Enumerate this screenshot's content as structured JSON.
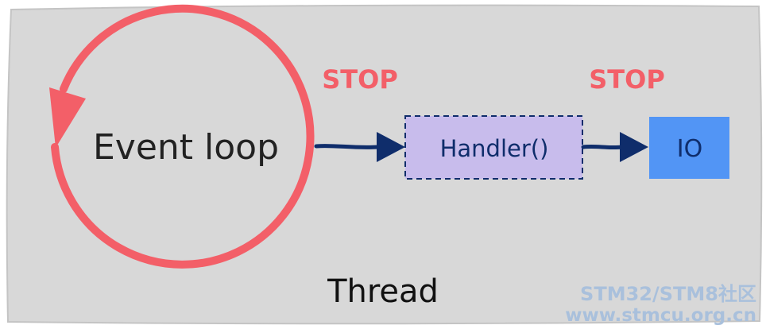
{
  "diagram": {
    "event_loop_label": "Event loop",
    "stop_label_1": "STOP",
    "stop_label_2": "STOP",
    "handler_label": "Handler()",
    "io_label": "IO",
    "thread_label": "Thread",
    "watermark_line1": "STM32/STM8社区",
    "watermark_line2": "www.stmcu.org.cn"
  },
  "colors": {
    "panel_fill": "#d8d8d8",
    "loop_red": "#f35f68",
    "stop_red": "#f35f68",
    "arrow_navy": "#0f2d6b",
    "handler_fill": "#c8bcec",
    "io_fill": "#5295f5",
    "watermark": "#a9c0dc"
  }
}
